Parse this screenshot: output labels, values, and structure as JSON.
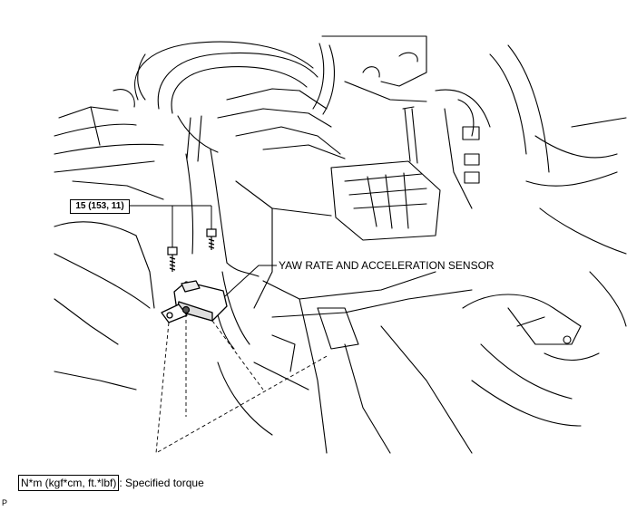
{
  "callouts": {
    "torque_spec": "15 (153, 11)",
    "sensor_label": "YAW RATE AND ACCELERATION SENSOR"
  },
  "legend": {
    "unit_box": "N*m (kgf*cm, ft.*lbf)",
    "description": ": Specified torque"
  },
  "footer_code": "P",
  "colors": {
    "line": "#000000",
    "background": "#ffffff"
  }
}
